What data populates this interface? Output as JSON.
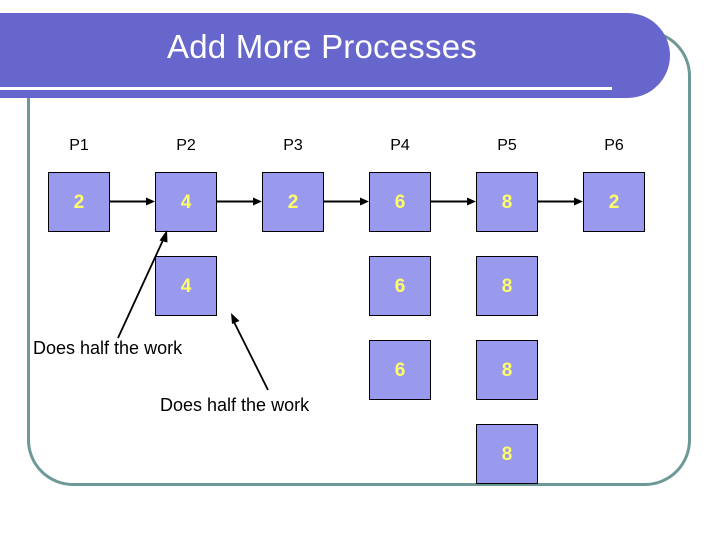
{
  "slide": {
    "title": "Add More Processes",
    "background_color": "#ffffff",
    "frame_color": "#6d9898",
    "banner_color": "#6666cc",
    "title_color": "#ffffff",
    "box_fill_color": "#9999ee",
    "box_border_color": "#000000",
    "box_text_color": "#ffff66",
    "arrow_color": "#000000"
  },
  "columns": [
    {
      "label": "P1"
    },
    {
      "label": "P2"
    },
    {
      "label": "P3"
    },
    {
      "label": "P4"
    },
    {
      "label": "P5"
    },
    {
      "label": "P6"
    }
  ],
  "grid": {
    "rows": [
      {
        "cells": [
          {
            "column": "P1",
            "value": "2"
          },
          {
            "column": "P2",
            "value": "4"
          },
          {
            "column": "P3",
            "value": "2"
          },
          {
            "column": "P4",
            "value": "6"
          },
          {
            "column": "P5",
            "value": "8"
          },
          {
            "column": "P6",
            "value": "2"
          }
        ]
      },
      {
        "cells": [
          {
            "column": "P2",
            "value": "4"
          },
          {
            "column": "P4",
            "value": "6"
          },
          {
            "column": "P5",
            "value": "8"
          }
        ]
      },
      {
        "cells": [
          {
            "column": "P4",
            "value": "6"
          },
          {
            "column": "P5",
            "value": "8"
          }
        ]
      },
      {
        "cells": [
          {
            "column": "P5",
            "value": "8"
          }
        ]
      }
    ]
  },
  "flow_arrows": [
    {
      "from": "P1",
      "to": "P2"
    },
    {
      "from": "P2",
      "to": "P3"
    },
    {
      "from": "P3",
      "to": "P4"
    },
    {
      "from": "P4",
      "to": "P5"
    },
    {
      "from": "P5",
      "to": "P6"
    }
  ],
  "annotations": [
    {
      "text": "Does half the work"
    },
    {
      "text": "Does half the work"
    }
  ]
}
